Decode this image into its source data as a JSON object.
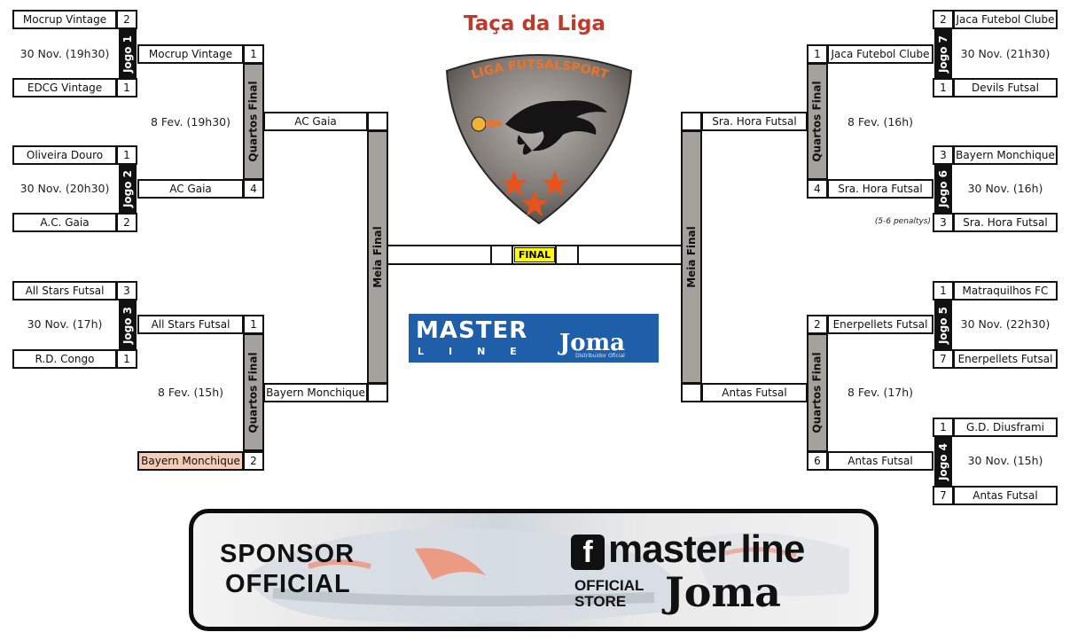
{
  "title": "Taça da Liga",
  "logo": {
    "arc_text": "LIGA FUTSALSPORT"
  },
  "labels": {
    "jogo1": "Jogo 1",
    "jogo2": "Jogo 2",
    "jogo3": "Jogo 3",
    "jogo4": "Jogo 4",
    "jogo5": "Jogo 5",
    "jogo6": "Jogo 6",
    "jogo7": "Jogo 7",
    "quartos": "Quartos Final",
    "meia": "Meia Final",
    "final": "FINAL"
  },
  "round1": {
    "g1": {
      "date": "30 Nov. (19h30)",
      "home": {
        "team": "Mocrup Vintage",
        "score": "2"
      },
      "away": {
        "team": "EDCG Vintage",
        "score": "1"
      }
    },
    "g2": {
      "date": "30 Nov. (20h30)",
      "home": {
        "team": "Oliveira Douro",
        "score": "1"
      },
      "away": {
        "team": "A.C. Gaia",
        "score": "2"
      }
    },
    "g3": {
      "date": "30 Nov. (17h)",
      "home": {
        "team": "All Stars Futsal",
        "score": "3"
      },
      "away": {
        "team": "R.D. Congo",
        "score": "1"
      }
    },
    "g7": {
      "date": "30 Nov. (21h30)",
      "home": {
        "team": "Jaca Futebol Clube",
        "score": "2"
      },
      "away": {
        "team": "Devils Futsal",
        "score": "1"
      }
    },
    "g6": {
      "date": "30 Nov. (16h)",
      "note": "(5-6 penaltys)",
      "home": {
        "team": "Bayern Monchique",
        "score": "3"
      },
      "away": {
        "team": "Sra. Hora Futsal",
        "score": "3"
      }
    },
    "g5": {
      "date": "30 Nov. (22h30)",
      "home": {
        "team": "Matraquilhos FC",
        "score": "1"
      },
      "away": {
        "team": "Enerpellets Futsal",
        "score": "7"
      }
    },
    "g4": {
      "date": "30 Nov. (15h)",
      "home": {
        "team": "G.D. Diusframi",
        "score": "1"
      },
      "away": {
        "team": "Antas Futsal",
        "score": "7"
      }
    }
  },
  "quarters": {
    "q1": {
      "date": "8 Fev. (19h30)",
      "top": {
        "team": "Mocrup Vintage",
        "score": "1"
      },
      "bottom": {
        "team": "AC Gaia",
        "score": "4"
      }
    },
    "q2": {
      "date": "8 Fev. (15h)",
      "top": {
        "team": "All Stars Futsal",
        "score": "1"
      },
      "bottom": {
        "team": "Bayern Monchique",
        "score": "2"
      }
    },
    "q3": {
      "date": "8 Fev. (16h)",
      "top": {
        "team": "Jaca Futebol Clube",
        "score": "1"
      },
      "bottom": {
        "team": "Sra. Hora Futsal",
        "score": "4"
      }
    },
    "q4": {
      "date": "8 Fev. (17h)",
      "top": {
        "team": "Enerpellets Futsal",
        "score": "2"
      },
      "bottom": {
        "team": "Antas Futsal",
        "score": "6"
      }
    }
  },
  "semis": {
    "left": {
      "top": {
        "team": "AC Gaia",
        "score": ""
      },
      "bottom": {
        "team": "Bayern Monchique",
        "score": ""
      }
    },
    "right": {
      "top": {
        "team": "Sra. Hora Futsal",
        "score": ""
      },
      "bottom": {
        "team": "Antas Futsal",
        "score": ""
      }
    }
  },
  "sponsor_small": {
    "line1": "MASTER",
    "line2": "LINE",
    "brand": "Joma",
    "tag": "Distribuidor Oficial"
  },
  "banner": {
    "sponsor": "SPONSOR",
    "official": "OFFICIAL",
    "brand1": "master line",
    "official_store_1": "OFFICIAL",
    "official_store_2": "STORE",
    "brand2": "Joma",
    "fb_icon": "f"
  },
  "colors": {
    "title": "#c0392b",
    "quarter_bar": "#a5a19d",
    "highlight": "#f3cdb5",
    "final_bg": "#ffff00",
    "master_blue": "#1f5ea8"
  }
}
